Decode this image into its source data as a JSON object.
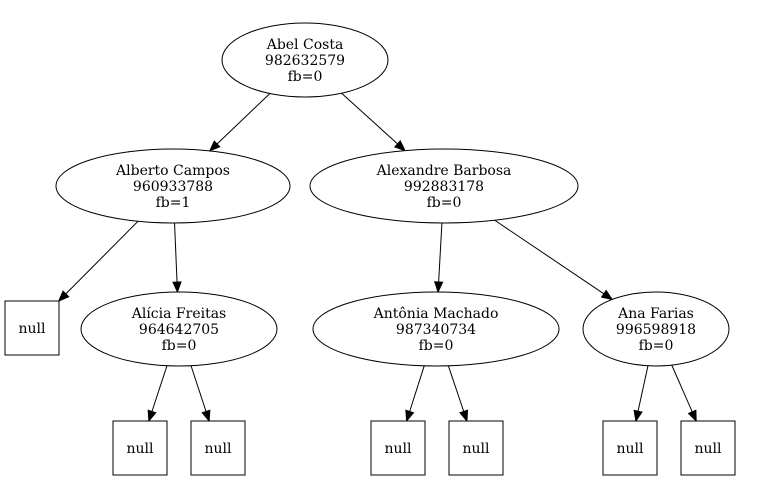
{
  "tree": {
    "nodes": [
      {
        "id": "abel",
        "kind": "person",
        "name": "Abel Costa",
        "phone": "982632579",
        "balance": "fb=0"
      },
      {
        "id": "alberto",
        "kind": "person",
        "name": "Alberto Campos",
        "phone": "960933788",
        "balance": "fb=1"
      },
      {
        "id": "alexandre",
        "kind": "person",
        "name": "Alexandre Barbosa",
        "phone": "992883178",
        "balance": "fb=0"
      },
      {
        "id": "null1",
        "kind": "null",
        "label": "null"
      },
      {
        "id": "alicia",
        "kind": "person",
        "name": "Alícia Freitas",
        "phone": "964642705",
        "balance": "fb=0"
      },
      {
        "id": "antonia",
        "kind": "person",
        "name": "Antônia Machado",
        "phone": "987340734",
        "balance": "fb=0"
      },
      {
        "id": "ana",
        "kind": "person",
        "name": "Ana Farias",
        "phone": "996598918",
        "balance": "fb=0"
      },
      {
        "id": "null2",
        "kind": "null",
        "label": "null"
      },
      {
        "id": "null3",
        "kind": "null",
        "label": "null"
      },
      {
        "id": "null4",
        "kind": "null",
        "label": "null"
      },
      {
        "id": "null5",
        "kind": "null",
        "label": "null"
      },
      {
        "id": "null6",
        "kind": "null",
        "label": "null"
      },
      {
        "id": "null7",
        "kind": "null",
        "label": "null"
      }
    ],
    "edges": [
      {
        "from": "abel",
        "to": "alberto"
      },
      {
        "from": "abel",
        "to": "alexandre"
      },
      {
        "from": "alberto",
        "to": "null1"
      },
      {
        "from": "alberto",
        "to": "alicia"
      },
      {
        "from": "alexandre",
        "to": "antonia"
      },
      {
        "from": "alexandre",
        "to": "ana"
      },
      {
        "from": "alicia",
        "to": "null2"
      },
      {
        "from": "alicia",
        "to": "null3"
      },
      {
        "from": "antonia",
        "to": "null4"
      },
      {
        "from": "antonia",
        "to": "null5"
      },
      {
        "from": "ana",
        "to": "null6"
      },
      {
        "from": "ana",
        "to": "null7"
      }
    ]
  }
}
